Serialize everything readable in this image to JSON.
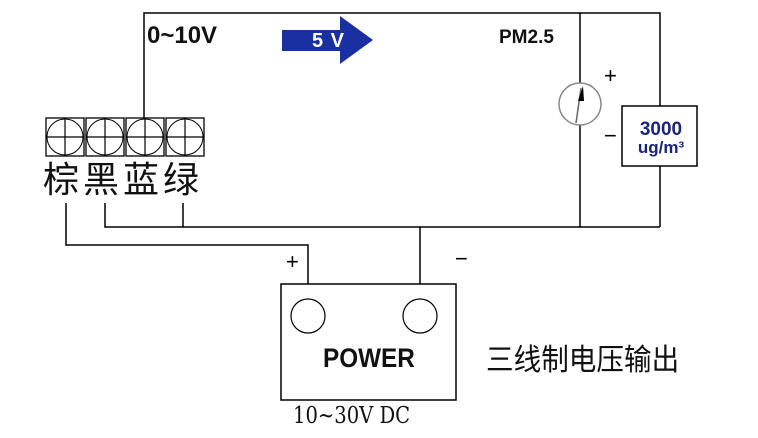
{
  "diagram": {
    "title": "三线制电压输出",
    "sensor": {
      "output_range": "0~10V",
      "supply_arrow_label": "5 V",
      "measurand": "PM2.5",
      "reading": {
        "value": "3000",
        "unit": "ug/m³"
      },
      "meter_polarity": {
        "plus": "+",
        "minus": "−"
      }
    },
    "terminal_block": {
      "terminal_count": 4,
      "wires": [
        {
          "label": "棕",
          "meaning": "brown"
        },
        {
          "label": "黑",
          "meaning": "black"
        },
        {
          "label": "蓝",
          "meaning": "blue"
        },
        {
          "label": "绿",
          "meaning": "green"
        }
      ]
    },
    "power_supply": {
      "label": "POWER",
      "voltage": "10~30V DC",
      "polarity": {
        "plus": "+",
        "minus": "−"
      }
    },
    "colors": {
      "arrow_fill": "#1a2fa0",
      "reading_text": "#1a237e",
      "line": "#000000",
      "background": "#ffffff"
    }
  }
}
